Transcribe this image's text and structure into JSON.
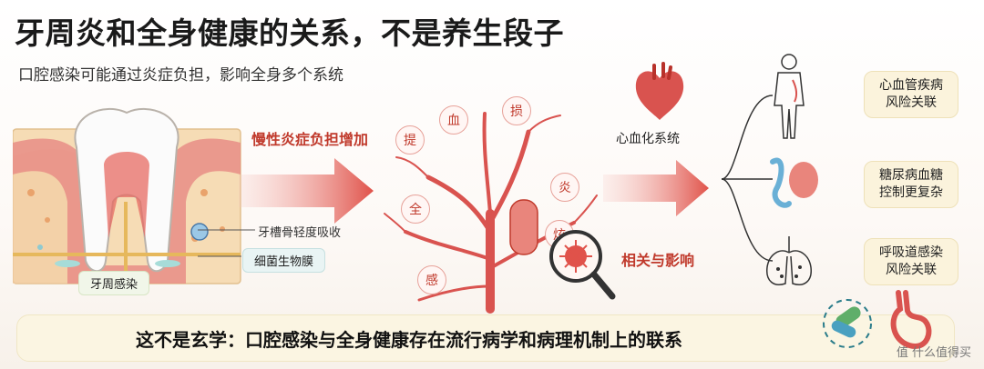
{
  "header": {
    "title": "牙周炎和全身健康的关系，不是养生段子",
    "subtitle": "口腔感染可能通过炎症负担，影响全身多个系统"
  },
  "tooth": {
    "label_bone": "牙槽骨轻度吸收",
    "label_biofilm": "细菌生物膜",
    "label_infection": "牙周感染"
  },
  "flow": {
    "arrow1_label": "慢性炎症负担增加",
    "cardio_label": "心血化系统",
    "related_label": "相关与影响",
    "vessel_chars": [
      "血",
      "损",
      "提",
      "炎",
      "全",
      "感",
      "炫"
    ]
  },
  "outcomes": [
    {
      "text": "心血管疾病\n风险关联"
    },
    {
      "text": "糖尿病血糖\n控制更复杂"
    },
    {
      "text": "呼吸道感染\n风险关联"
    }
  ],
  "banner": {
    "text": "这不是玄学：口腔感染与全身健康存在流行病学和病理机制上的联系"
  },
  "watermark": "值 什么值得买",
  "colors": {
    "accent_red": "#d9534f",
    "arrow_red": "#e0524a",
    "card_bg": "#fbf3dc",
    "banner_bg": "#fbf5e2"
  }
}
